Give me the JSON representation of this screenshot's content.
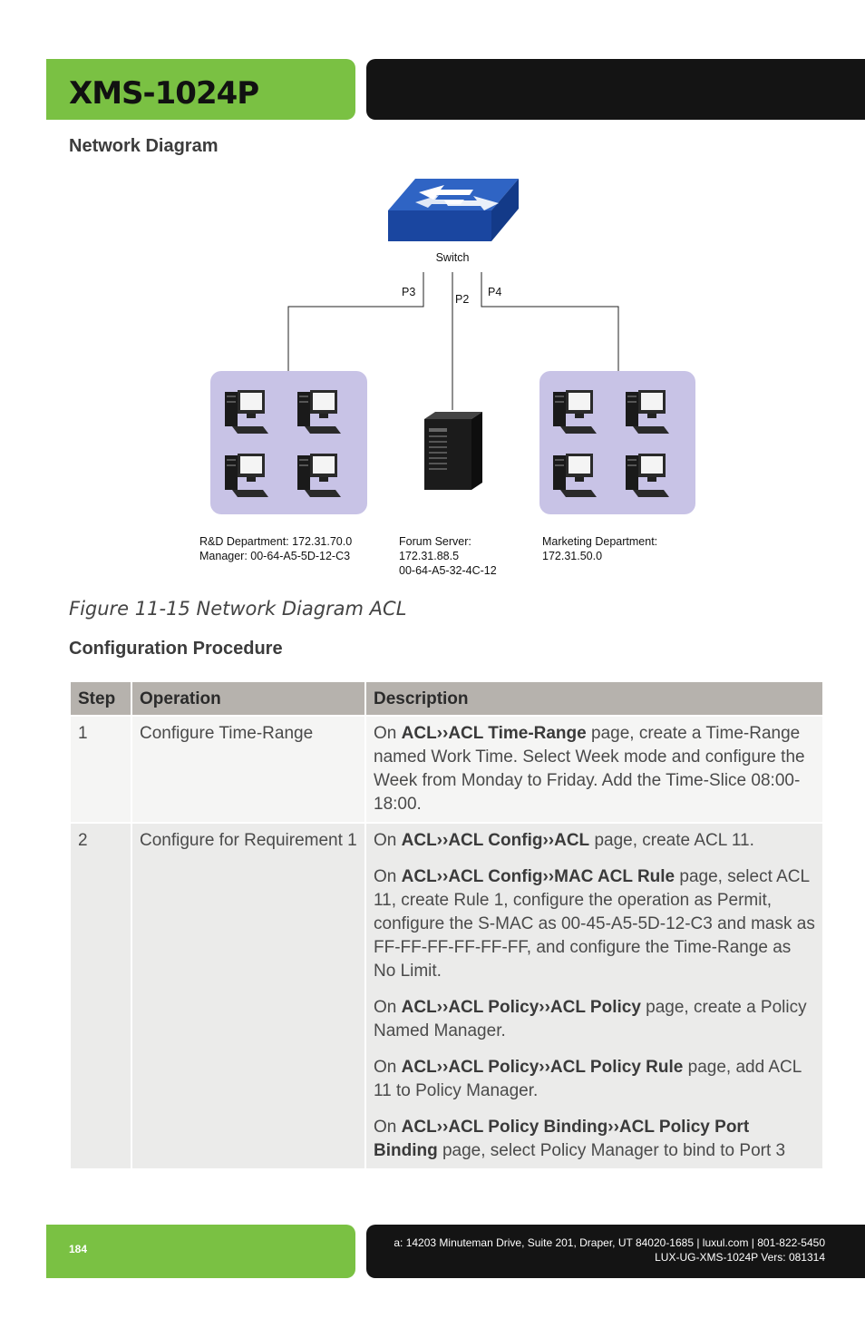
{
  "header": {
    "title": "XMS-1024P"
  },
  "sections": {
    "network_diagram": "Network Diagram",
    "config_procedure": "Configuration Procedure"
  },
  "diagram": {
    "switch_label": "Switch",
    "ports": {
      "p3": "P3",
      "p2": "P2",
      "p4": "P4"
    },
    "rd": {
      "line1": "R&D Department: 172.31.70.0",
      "line2": "Manager: 00-64-A5-5D-12-C3"
    },
    "server": {
      "line1": "Forum Server:",
      "line2": "172.31.88.5",
      "line3": "00-64-A5-32-4C-12"
    },
    "marketing": {
      "line1": "Marketing Department:",
      "line2": "172.31.50.0"
    },
    "colors": {
      "switch": "#1f4fa8",
      "group_box": "#c8c3e6"
    }
  },
  "figure_caption": "Figure 11-15 Network Diagram ACL",
  "table": {
    "headers": {
      "step": "Step",
      "operation": "Operation",
      "description": "Description"
    },
    "rows": [
      {
        "step": "1",
        "operation": "Configure Time-Range",
        "paras": [
          {
            "pre": "On ",
            "bold": "ACL››ACL Time-Range",
            "post": " page, create a Time-Range named Work Time. Select Week mode and configure the Week from Monday to Friday. Add the Time-Slice 08:00-18:00."
          }
        ]
      },
      {
        "step": "2",
        "operation": "Configure for Requirement 1",
        "paras": [
          {
            "pre": "On ",
            "bold": "ACL››ACL Config››ACL",
            "post": " page, create ACL 11."
          },
          {
            "pre": "On ",
            "bold": "ACL››ACL Config››MAC ACL Rule",
            "post": " page, select ACL 11, create Rule 1, configure the operation as Permit, configure the S-MAC as 00-45-A5-5D-12-C3 and mask as FF-FF-FF-FF-FF-FF, and configure the Time-Range as No Limit."
          },
          {
            "pre": "On ",
            "bold": "ACL››ACL Policy››ACL Policy",
            "post": " page, create a Policy Named Manager."
          },
          {
            "pre": "On ",
            "bold": "ACL››ACL Policy››ACL Policy Rule",
            "post": " page, add ACL 11 to Policy Manager."
          },
          {
            "pre": "On ",
            "bold": "ACL››ACL Policy Binding››ACL Policy Port Binding",
            "post": " page, select Policy Manager to bind to Port 3"
          }
        ]
      }
    ]
  },
  "footer": {
    "page_number": "184",
    "address": "a: 14203 Minuteman Drive, Suite 201, Draper, UT 84020-1685 | luxul.com | 801-822-5450",
    "doc_id": "LUX-UG-XMS-1024P  Vers: 081314"
  }
}
